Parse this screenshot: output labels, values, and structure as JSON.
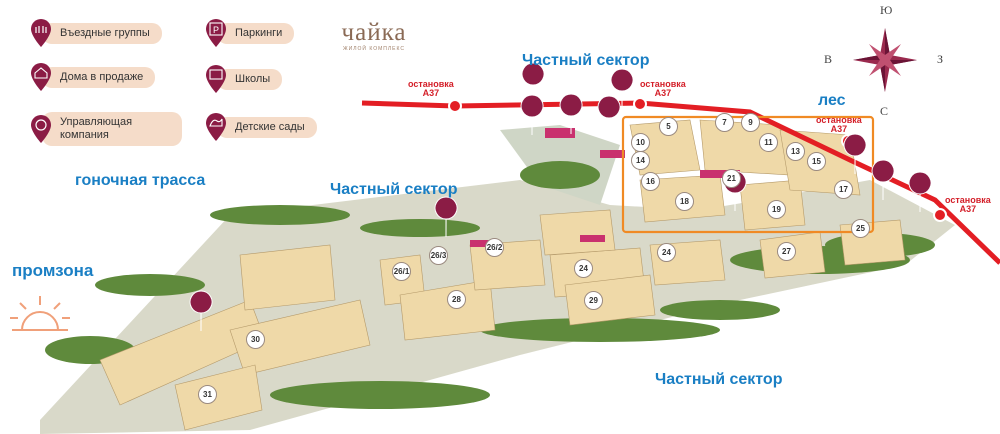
{
  "legend": [
    {
      "icon": "gate-icon",
      "label": "Въездные группы"
    },
    {
      "icon": "house-percent-icon",
      "label": "Дома в продаже"
    },
    {
      "icon": "management-icon",
      "label": "Управляющая компания"
    },
    {
      "icon": "parking-icon",
      "label": "Паркинги"
    },
    {
      "icon": "school-icon",
      "label": "Школы"
    },
    {
      "icon": "kindergarten-icon",
      "label": "Детские сады"
    }
  ],
  "logo": {
    "text": "чайка",
    "subtitle": "ЖИЛОЙ КОМПЛЕКС"
  },
  "compass": {
    "north": "С",
    "south": "Ю",
    "east": "В",
    "west": "З"
  },
  "areas": {
    "private_top": "Частный сектор",
    "private_mid": "Частный сектор",
    "private_bottom": "Частный сектор",
    "forest": "лес",
    "race_track": "гоночная трасса",
    "industrial": "промзона"
  },
  "bus_stops": [
    {
      "label": "остановка",
      "route": "А37"
    },
    {
      "label": "остановка",
      "route": "А37"
    },
    {
      "label": "остановка",
      "route": "А37"
    },
    {
      "label": "остановка",
      "route": "А37"
    }
  ],
  "buildings": [
    "5",
    "7",
    "9",
    "10",
    "11",
    "13",
    "14",
    "15",
    "16",
    "17",
    "18",
    "19",
    "21",
    "24",
    "24",
    "25",
    "26/1",
    "26/2",
    "26/3",
    "27",
    "28",
    "29",
    "30",
    "31"
  ],
  "colors": {
    "road": "#e31e24",
    "pin": "#8b1c45",
    "highlight": "#f08a24",
    "label": "#1a7fc4",
    "pill": "#f5dcc9"
  }
}
